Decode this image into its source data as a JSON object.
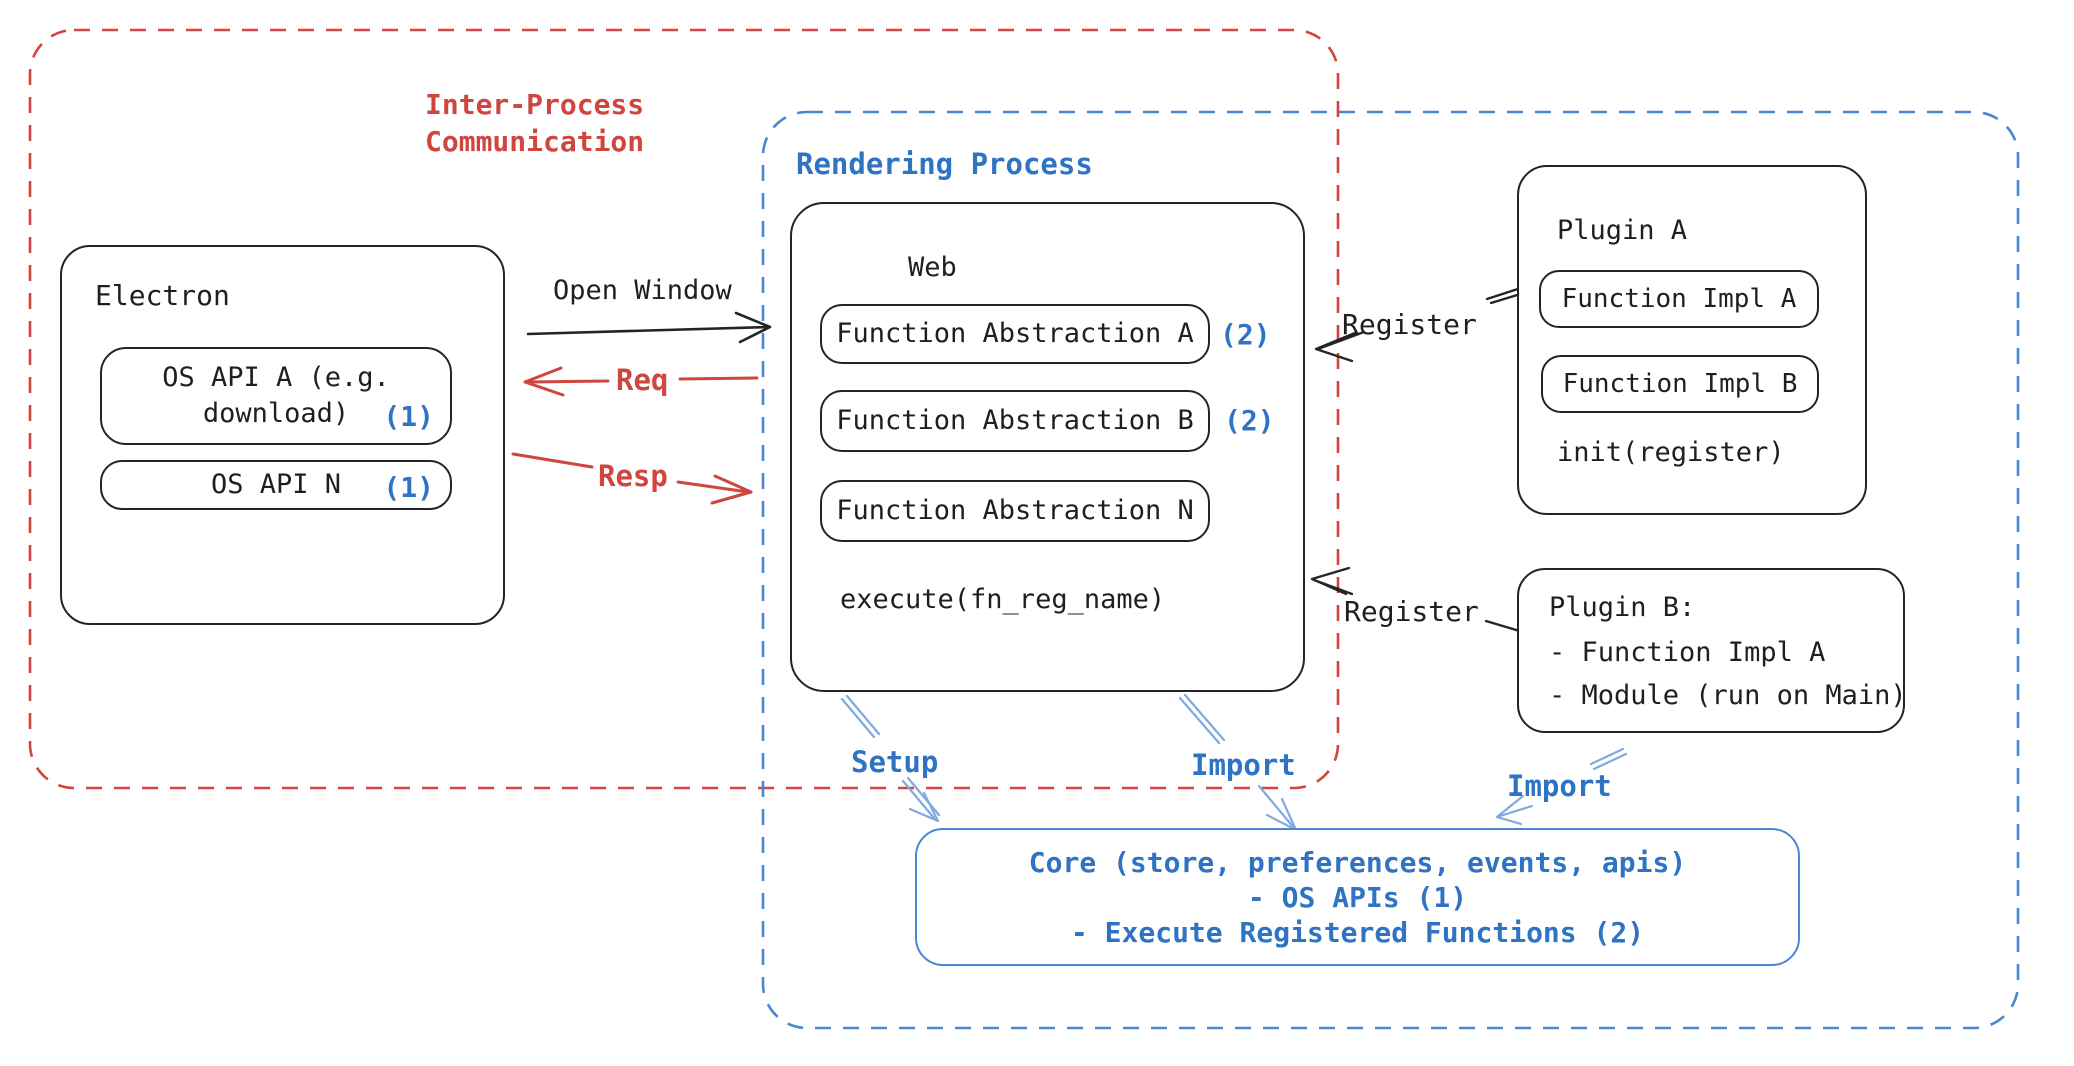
{
  "colors": {
    "ink_black": "#1f1f1f",
    "accent_red": "#d0453e",
    "accent_blue": "#2e73c4",
    "dashed_blue_border": "#4a86d2",
    "light_blue_arrow": "#7fa9e0"
  },
  "regions": {
    "ipc": {
      "label": "Inter-Process\nCommunication"
    },
    "rendering": {
      "label": "Rendering Process"
    }
  },
  "electron": {
    "title": "Electron",
    "items": [
      {
        "label": "OS API A (e.g.\ndownload)",
        "badge": "(1)"
      },
      {
        "label": "OS API N",
        "badge": "(1)"
      }
    ]
  },
  "web": {
    "title": "Web",
    "items": [
      {
        "label": "Function Abstraction A",
        "badge": "(2)"
      },
      {
        "label": "Function Abstraction B",
        "badge": "(2)"
      },
      {
        "label": "Function Abstraction N",
        "badge": ""
      }
    ],
    "footer": "execute(fn_reg_name)"
  },
  "plugin_a": {
    "title": "Plugin A",
    "items": [
      {
        "label": "Function Impl A"
      },
      {
        "label": "Function Impl B"
      }
    ],
    "footer": "init(register)"
  },
  "plugin_b": {
    "lines": [
      "Plugin B:",
      "- Function Impl A",
      "- Module (run on Main)"
    ]
  },
  "core": {
    "lines": [
      "Core (store, preferences, events, apis)",
      "- OS APIs (1)",
      "- Execute Registered Functions (2)"
    ]
  },
  "arrows": {
    "open_window": "Open Window",
    "req": "Req",
    "resp": "Resp",
    "register_a": "Register",
    "register_b": "Register",
    "setup": "Setup",
    "import_web": "Import",
    "import_plugin": "Import"
  }
}
